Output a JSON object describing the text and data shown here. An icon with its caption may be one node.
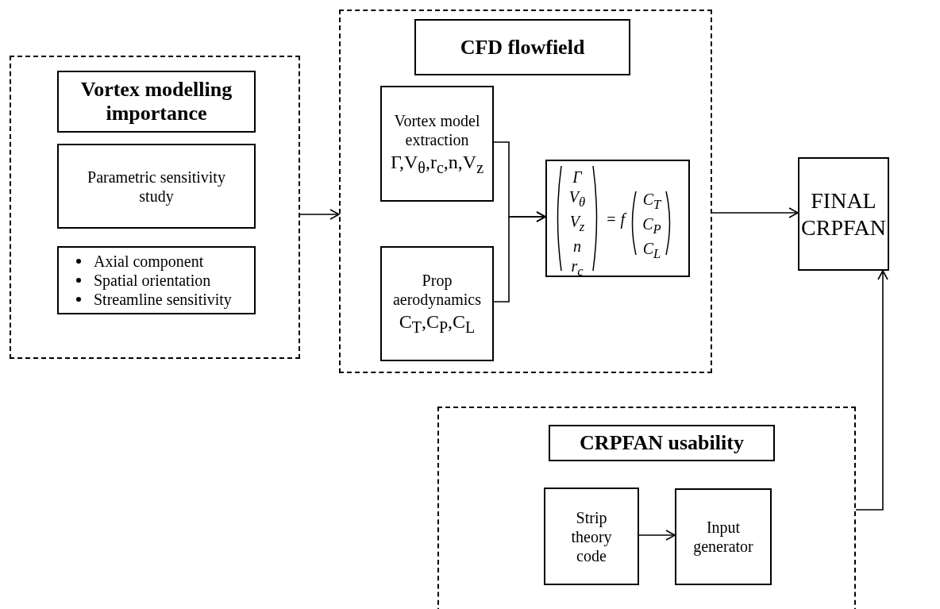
{
  "diagram": {
    "nodes": [
      {
        "text": [],
        "shape": "box"
      },
      {
        "text": [
          "Vortex modelling importance"
        ],
        "in": 0
      },
      {
        "text": [
          "Parametric sensitivity study"
        ],
        "in": 0
      },
      {
        "text": [
          "Axial component",
          "Spatial orientation",
          "Streamline sensitivity"
        ],
        "in": 0
      },
      {
        "text": [],
        "shape": "box"
      },
      {
        "text": [
          "CFD flowfield"
        ],
        "in": 4
      },
      {
        "text": [
          "Vortex model extraction",
          "Γ,V$_{θ}$,r$_{c}$,n,V$_{z}$"
        ],
        "in": 4
      },
      {
        "text": [
          "Prop aerodynamics",
          "C$_{T}$,C$_{P}$,C$_{L}$"
        ],
        "in": 4
      },
      {
        "text": [
          "Γ V$_{θ}$ V$_{z}$ n r$_{c}$",
          "= f",
          "C$_{T}$ C$_{P}$ C$_{L}$"
        ],
        "in": 4
      },
      {
        "text": [
          "FINAL CRPFAN"
        ]
      },
      {
        "text": [],
        "shape": "box"
      },
      {
        "text": [
          "CRPFAN usability"
        ],
        "in": 10
      },
      {
        "text": [
          "Strip theory code"
        ],
        "in": 10
      },
      {
        "text": [
          "Input generator"
        ],
        "in": 10
      }
    ],
    "edges": [
      {
        "from": 0,
        "to": 4,
        "arrow": "to"
      },
      {
        "from": 6,
        "to": 8,
        "arrow": "to"
      },
      {
        "from": 7,
        "to": 8,
        "arrow": "to"
      },
      {
        "from": 4,
        "to": 9,
        "arrow": "to"
      },
      {
        "from": 10,
        "to": 9,
        "arrow": "to"
      },
      {
        "from": 12,
        "to": 13,
        "arrow": "to"
      }
    ]
  }
}
